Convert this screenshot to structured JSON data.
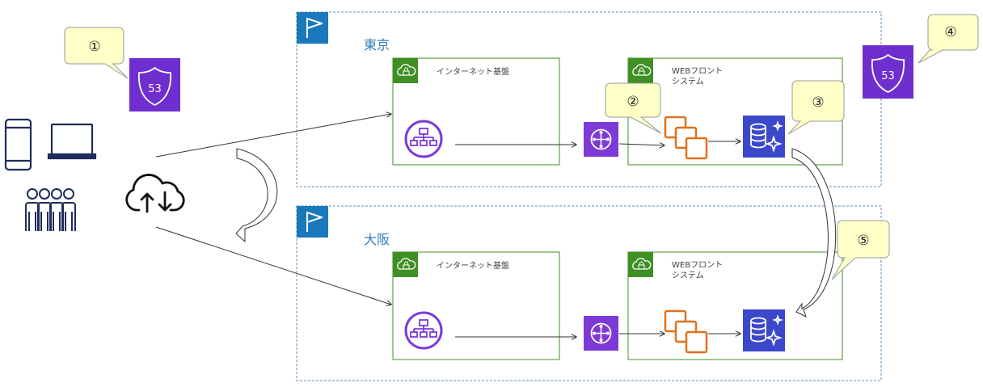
{
  "colors": {
    "region_border": "#5b8dbb",
    "region_flag_bg": "#1b78bd",
    "region_label": "#2e7fbf",
    "subnet_border": "#3f8f24",
    "subnet_badge": "#3f8f24",
    "purple_icon_bg": "#7d3ad6",
    "route53_bg": "#6e2ed0",
    "ec2_orange": "#e0711c",
    "rds_bg": "#3b48cc",
    "callout_fill": "#ffffc8",
    "callout_border": "#9a9a9a",
    "user_icon": "#1f2d5c",
    "arrow": "#333333"
  },
  "regions": {
    "tokyo": {
      "label": "東京"
    },
    "osaka": {
      "label": "大阪"
    }
  },
  "subnets": {
    "tokyo_internet": {
      "label": "インターネット基盤"
    },
    "tokyo_web": {
      "label_line1": "WEBフロント",
      "label_line2": "システム"
    },
    "osaka_internet": {
      "label": "インターネット基盤"
    },
    "osaka_web": {
      "label_line1": "WEBフロント",
      "label_line2": "システム"
    }
  },
  "route53": {
    "label": "53"
  },
  "callouts": {
    "c1": "①",
    "c2": "②",
    "c3": "③",
    "c4": "④",
    "c5": "⑤"
  },
  "icons": {
    "user_devices": [
      "smartphone-icon",
      "laptop-icon"
    ],
    "users": "users-group-icon",
    "internet": "cloud-upload-download-icon",
    "region": "flag-icon",
    "subnet": "cloud-lock-icon",
    "load_balancer": "load-balancer-icon",
    "transit": "transit-gateway-icon",
    "compute": "ec2-instances-icon",
    "database": "rds-database-icon",
    "dns": "route53-icon"
  }
}
